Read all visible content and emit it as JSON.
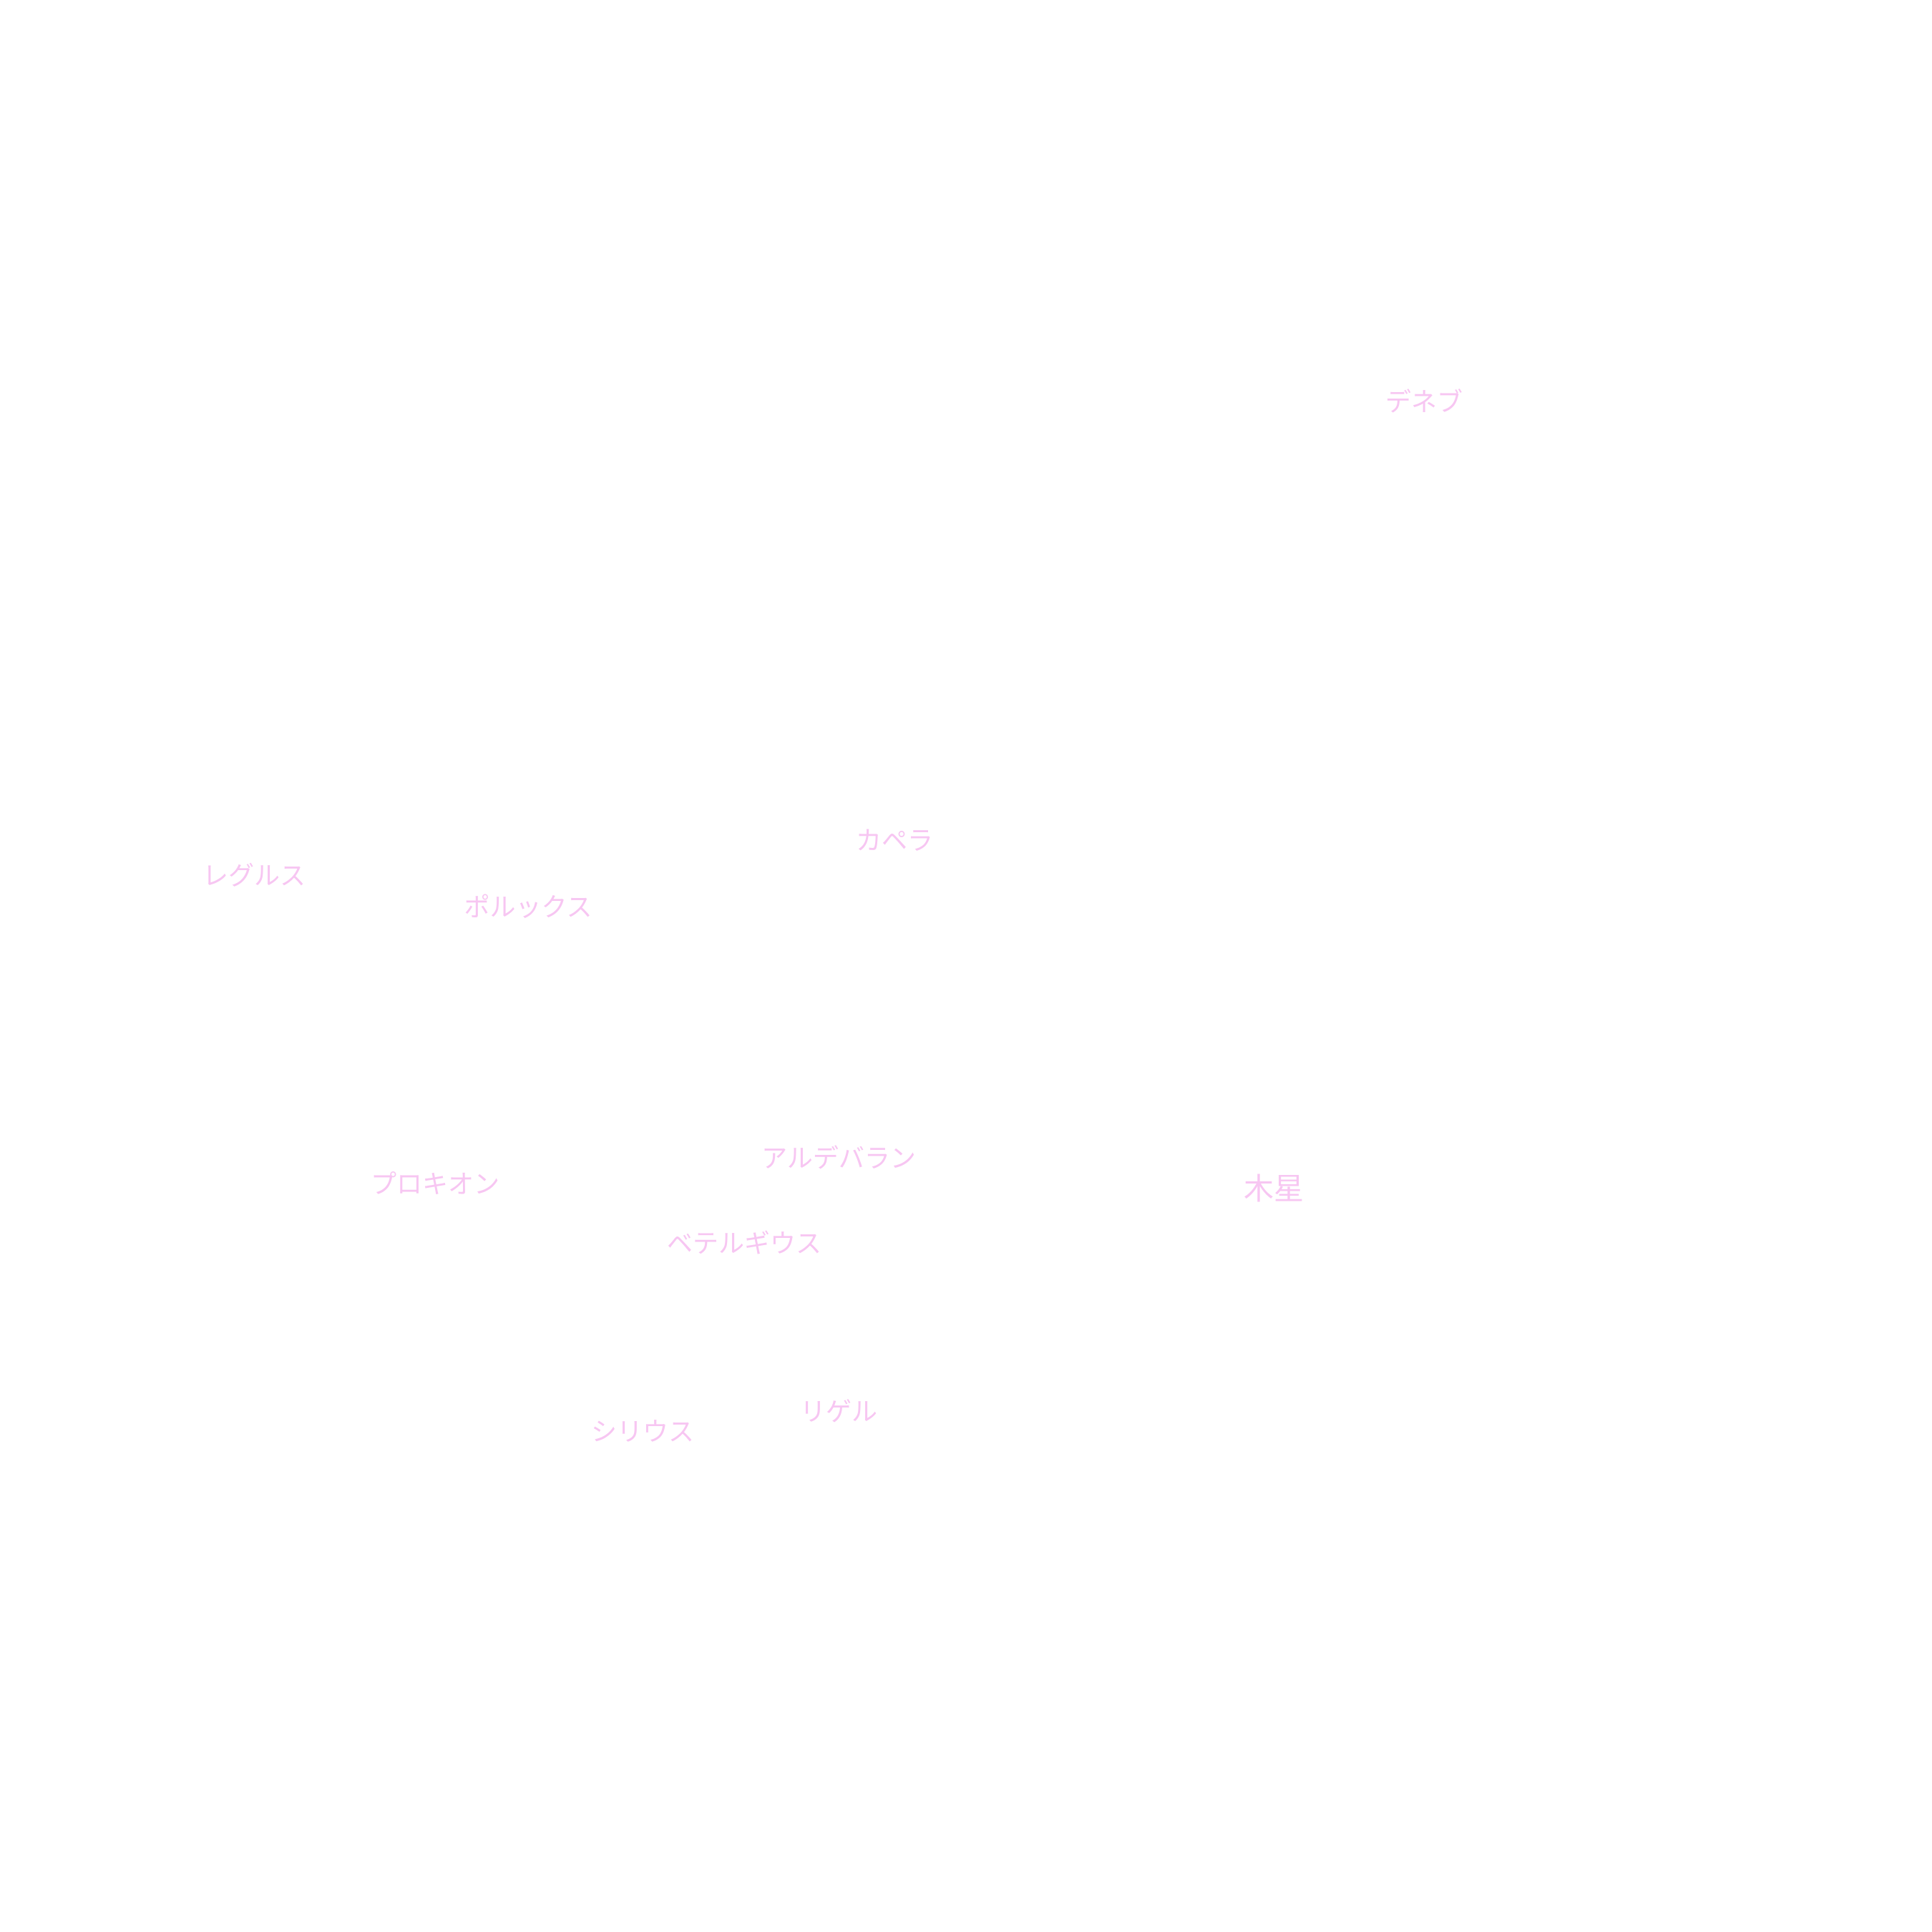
{
  "labels": {
    "deneb": "デネブ",
    "capella": "カペラ",
    "regulus": "レグルス",
    "pollux": "ポルックス",
    "aldebaran": "アルデバラン",
    "procyon": "プロキオン",
    "jupiter": "木星",
    "betelgeuse": "ベテルギウス",
    "rigel": "リゲル",
    "sirius": "シリウス"
  },
  "colors": {
    "background": "#ffffff",
    "label": "#f7c6f2"
  }
}
